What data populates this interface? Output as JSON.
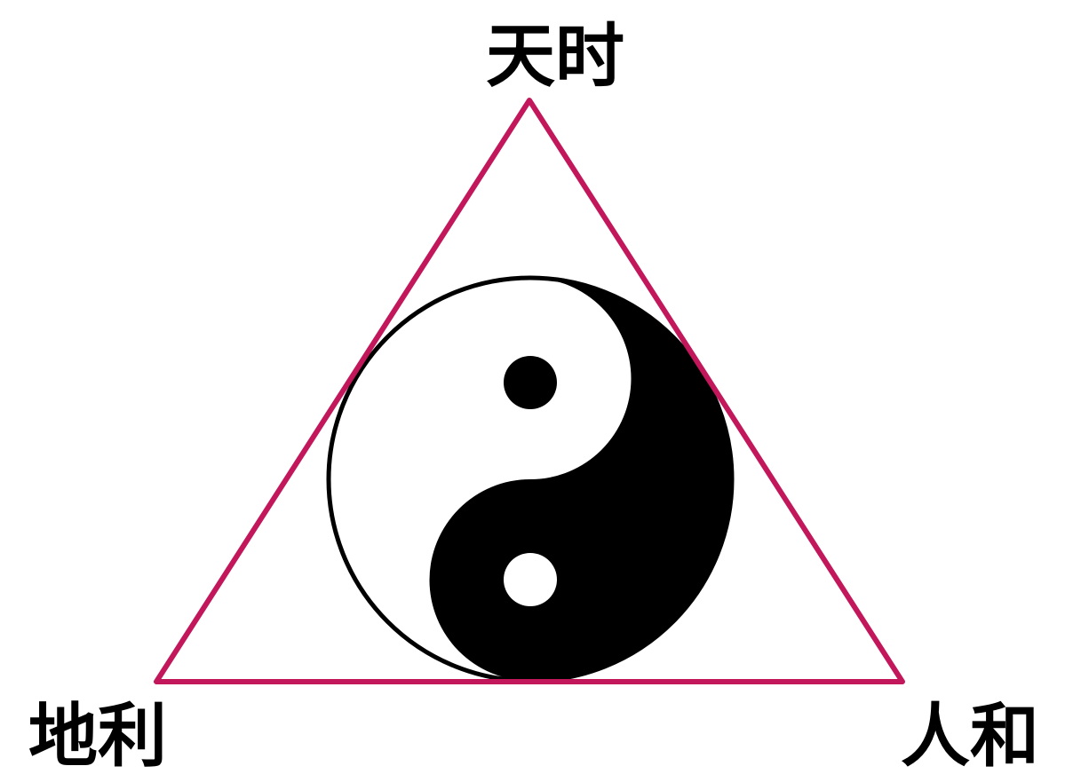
{
  "labels": {
    "top": "天时",
    "bottom_left": "地利",
    "bottom_right": "人和"
  },
  "colors": {
    "triangle": "#c2185b",
    "yin": "#000000",
    "yang": "#ffffff",
    "text": "#000000"
  },
  "symbol": "yin-yang"
}
